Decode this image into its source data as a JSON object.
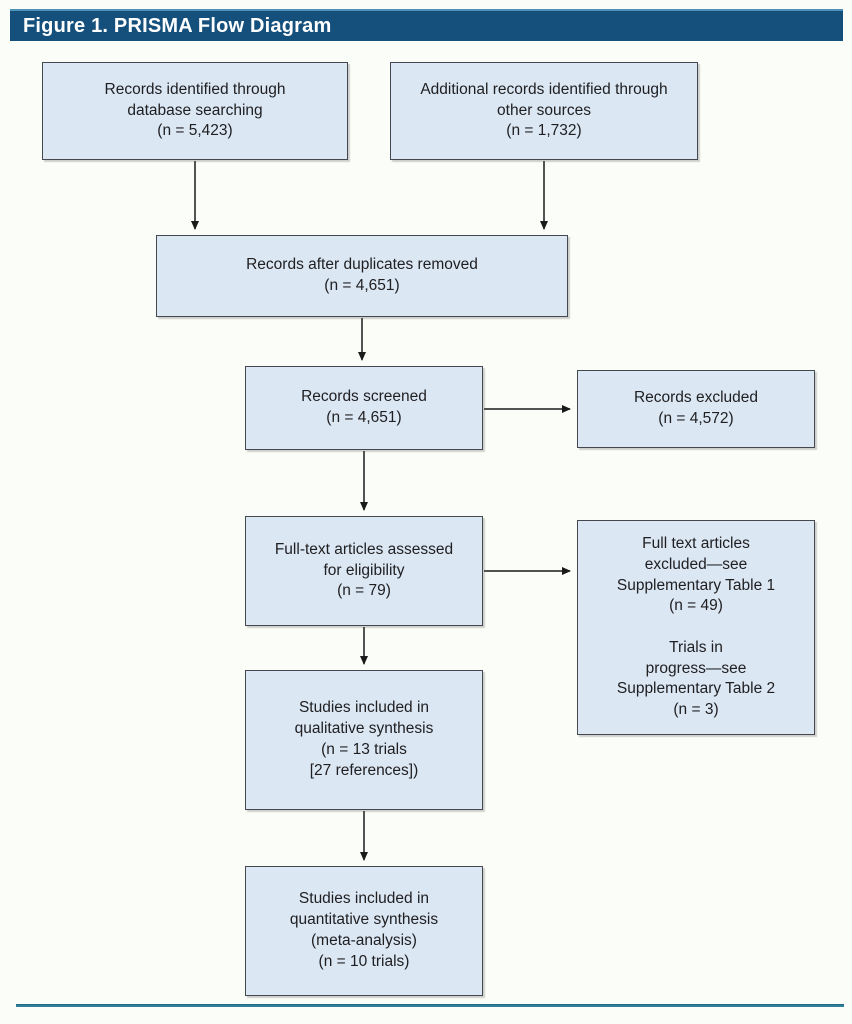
{
  "header": {
    "title": "Figure 1. PRISMA Flow Diagram"
  },
  "diagram": {
    "boxes": [
      {
        "id": "records-identified",
        "text": "Records identified through\ndatabase searching\n(n = 5,423)"
      },
      {
        "id": "additional-records",
        "text": "Additional records identified through\nother sources\n(n = 1,732)"
      },
      {
        "id": "duplicates-removed",
        "text": "Records after duplicates removed\n(n = 4,651)"
      },
      {
        "id": "records-screened",
        "text": "Records screened\n(n = 4,651)"
      },
      {
        "id": "records-excluded",
        "text": "Records excluded\n(n = 4,572)"
      },
      {
        "id": "fulltext-assessed",
        "text": "Full-text articles assessed\nfor eligibility\n(n = 79)"
      },
      {
        "id": "fulltext-excluded",
        "text": "Full text articles\nexcluded—see\nSupplementary Table 1\n(n = 49)\n\nTrials in\nprogress—see\nSupplementary Table 2\n(n = 3)"
      },
      {
        "id": "qualitative-synthesis",
        "text": "Studies included in\nqualitative synthesis\n(n = 13 trials\n[27 references])"
      },
      {
        "id": "quantitative-synthesis",
        "text": "Studies included in\nquantitative synthesis\n(meta-analysis)\n(n = 10 trials)"
      }
    ],
    "edges": [
      {
        "from": "records-identified",
        "to": "duplicates-removed"
      },
      {
        "from": "additional-records",
        "to": "duplicates-removed"
      },
      {
        "from": "duplicates-removed",
        "to": "records-screened"
      },
      {
        "from": "records-screened",
        "to": "records-excluded"
      },
      {
        "from": "records-screened",
        "to": "fulltext-assessed"
      },
      {
        "from": "fulltext-assessed",
        "to": "fulltext-excluded"
      },
      {
        "from": "fulltext-assessed",
        "to": "qualitative-synthesis"
      },
      {
        "from": "qualitative-synthesis",
        "to": "quantitative-synthesis"
      }
    ]
  },
  "colors": {
    "header_bg": "#15507d",
    "header_text": "#ffffff",
    "box_fill": "#dce7f4",
    "box_border": "#45494f",
    "arrow": "#1a1a1a",
    "bottom_rule": "#2f7f9b"
  }
}
